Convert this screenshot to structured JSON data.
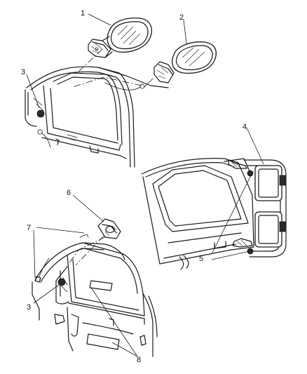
{
  "callouts": {
    "c1": "1",
    "c2": "2",
    "c3_top": "3",
    "c4": "4",
    "c5": "5",
    "c6": "6",
    "c7": "7",
    "c3_bottom": "3",
    "c8": "8"
  },
  "colors": {
    "line": "#1a1a1a",
    "background": "#ffffff"
  }
}
